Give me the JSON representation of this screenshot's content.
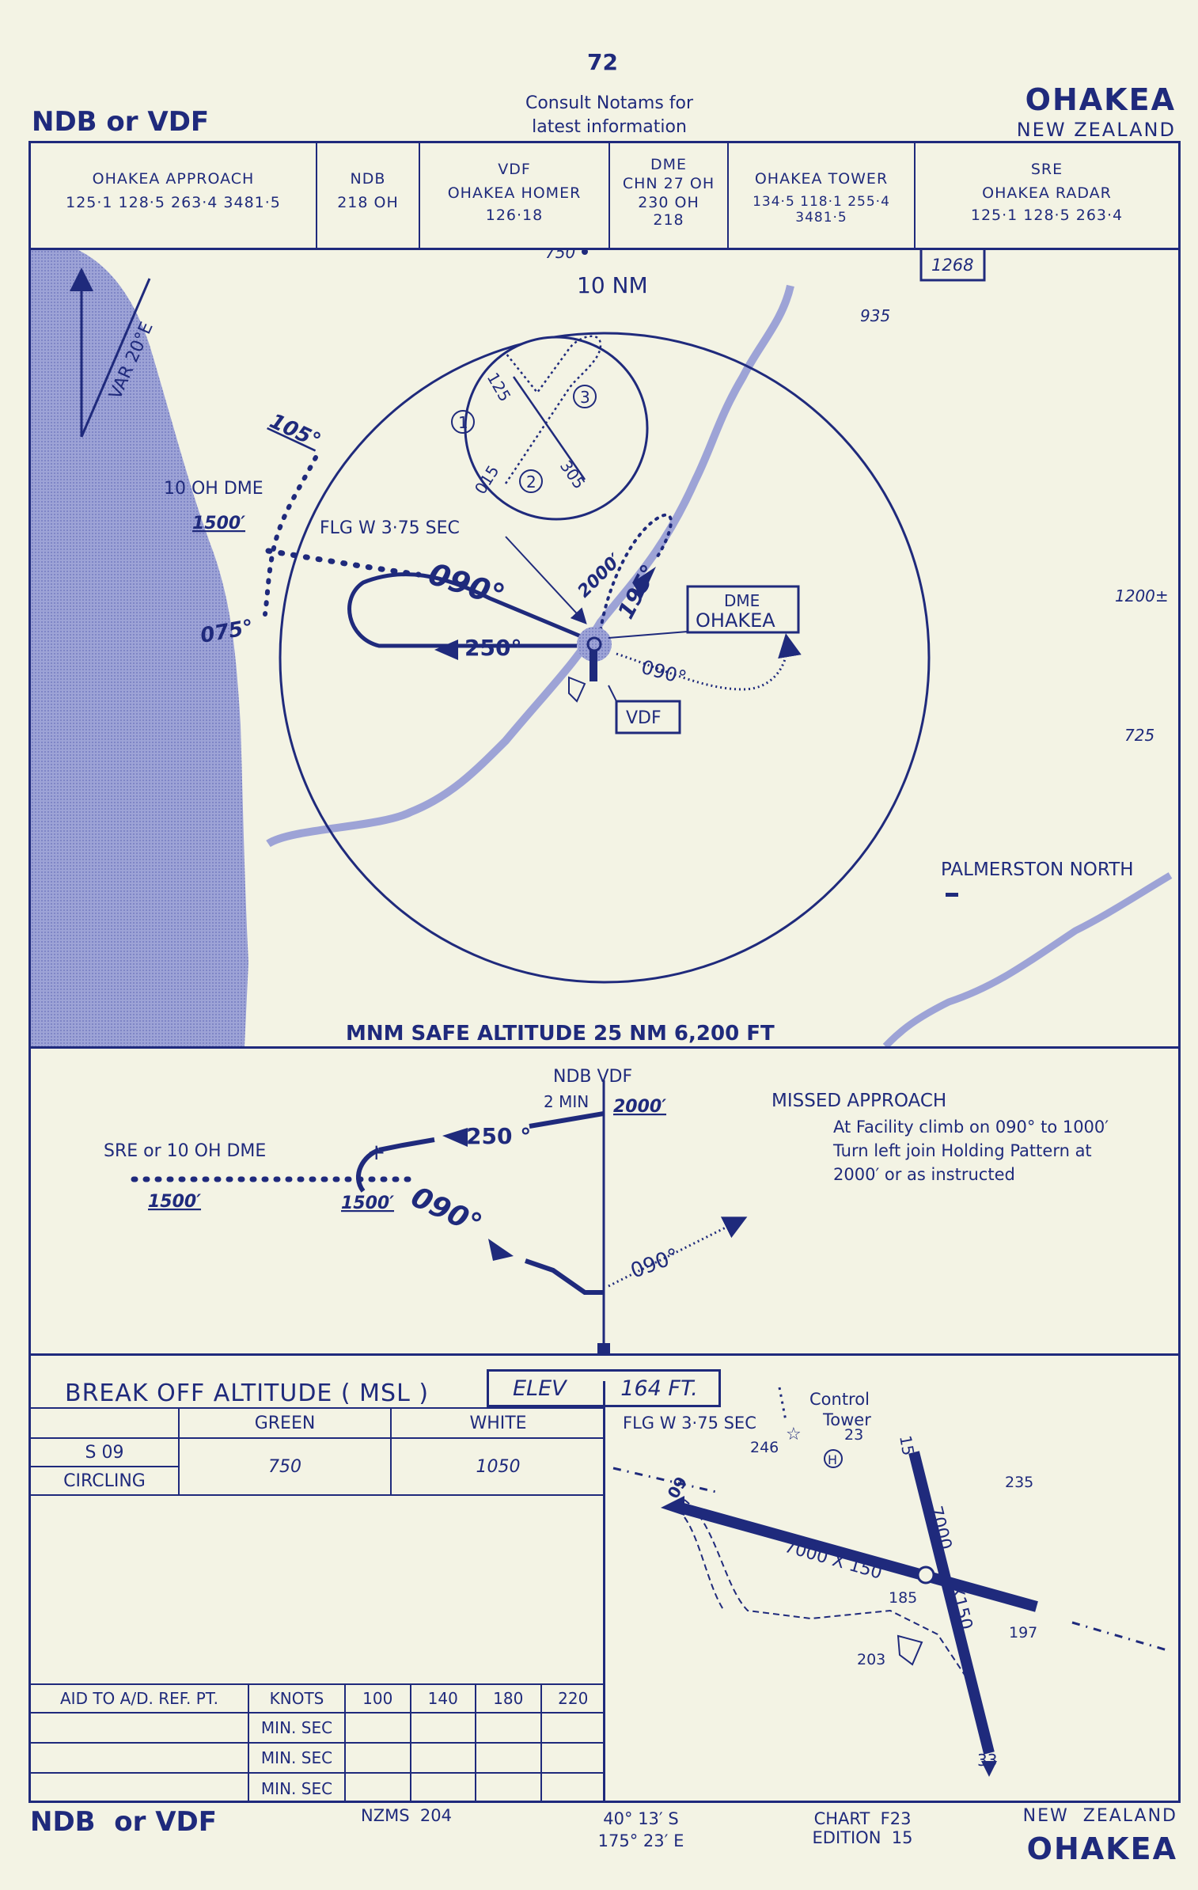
{
  "page_number": "72",
  "title_left": "NDB or VDF",
  "notams": [
    "Consult Notams for",
    "latest information"
  ],
  "airport": "OHAKEA",
  "country": "NEW ZEALAND",
  "header": [
    {
      "title": "OHAKEA  APPROACH",
      "line2": "125·1   128·5   263·4   3481·5",
      "line3": ""
    },
    {
      "title": "NDB",
      "line2": "218  OH",
      "line3": ""
    },
    {
      "title": "VDF",
      "line2": "OHAKEA  HOMER",
      "line3": "126·18"
    },
    {
      "title": "DME",
      "line2": "CHN 27 OH",
      "line3": "230  OH  218"
    },
    {
      "title": "OHAKEA  TOWER",
      "line2": "134·5  118·1  255·4  3481·5",
      "line3": ""
    },
    {
      "title": "SRE",
      "line2": "OHAKEA RADAR",
      "line3": "125·1        128·5        263·4"
    }
  ],
  "plan": {
    "alt_750": "750",
    "alt_1268": "1268",
    "alt_935": "935",
    "alt_1200": "1200±",
    "alt_725": "725",
    "range": "10 NM",
    "var": "VAR 20°E",
    "r105": "105°",
    "dme10": "10 OH DME",
    "alt1500": "1500′",
    "r075": "075°",
    "flg": "FLG W 3·75 SEC",
    "crs090": "090°",
    "crs250": "250°",
    "crs2000": "2000′",
    "crs195": "195°",
    "dme_box": [
      "DME",
      "OHAKEA"
    ],
    "vdf_box": "VDF",
    "out090": "090°",
    "city": "PALMERSTON NORTH",
    "msa": "MNM SAFE ALTITUDE 25 NM 6,200 FT",
    "inset": {
      "h125": "125",
      "h015": "015",
      "h305": "305",
      "n1": "1",
      "n2": "2",
      "n3": "3"
    }
  },
  "profile": {
    "ndb_vdf": "NDB VDF",
    "min2": "2 MIN",
    "a2000": "2000′",
    "c250": "250 °",
    "sre": "SRE or 10 OH DME",
    "a1500a": "1500′",
    "a1500b": "1500′",
    "c090": "090°",
    "out090": "090°",
    "missed_title": "MISSED APPROACH",
    "missed_lines": [
      "At Facility climb on 090° to 1000′",
      "Turn left join Holding Pattern at",
      "2000′  or as instructed"
    ]
  },
  "minima": {
    "title": "BREAK OFF ALTITUDE ( MSL )",
    "elev": "ELEV        164 FT.",
    "cols": [
      "GREEN",
      "WHITE"
    ],
    "rows": [
      "S 09",
      "CIRCLING"
    ],
    "green": "750",
    "white": "1050"
  },
  "aid_table": {
    "label": "AID TO A/D. REF. PT.",
    "knots": "KNOTS",
    "speeds": [
      "100",
      "140",
      "180",
      "220"
    ],
    "rows": [
      "MIN. SEC",
      "MIN. SEC",
      "MIN. SEC"
    ]
  },
  "aerodrome": {
    "flg": "FLG W 3·75 SEC",
    "ctrl": [
      "Control",
      "Tower"
    ],
    "e246": "246",
    "e23": "23",
    "e235": "235",
    "e185": "185",
    "e197": "197",
    "e203": "203",
    "rw15": "15",
    "rw33": "33",
    "rw09": "09",
    "len1": "7000 X 150",
    "len2": "7000",
    "len3": "X150",
    "H": "H"
  },
  "footer": {
    "left": "NDB  or VDF",
    "nzms": "NZMS  204",
    "coords": [
      "40° 13′ S",
      "175° 23′ E"
    ],
    "chart": [
      "CHART  F23",
      "EDITION  15"
    ],
    "country": "NEW  ZEALAND",
    "airport": "OHAKEA"
  }
}
